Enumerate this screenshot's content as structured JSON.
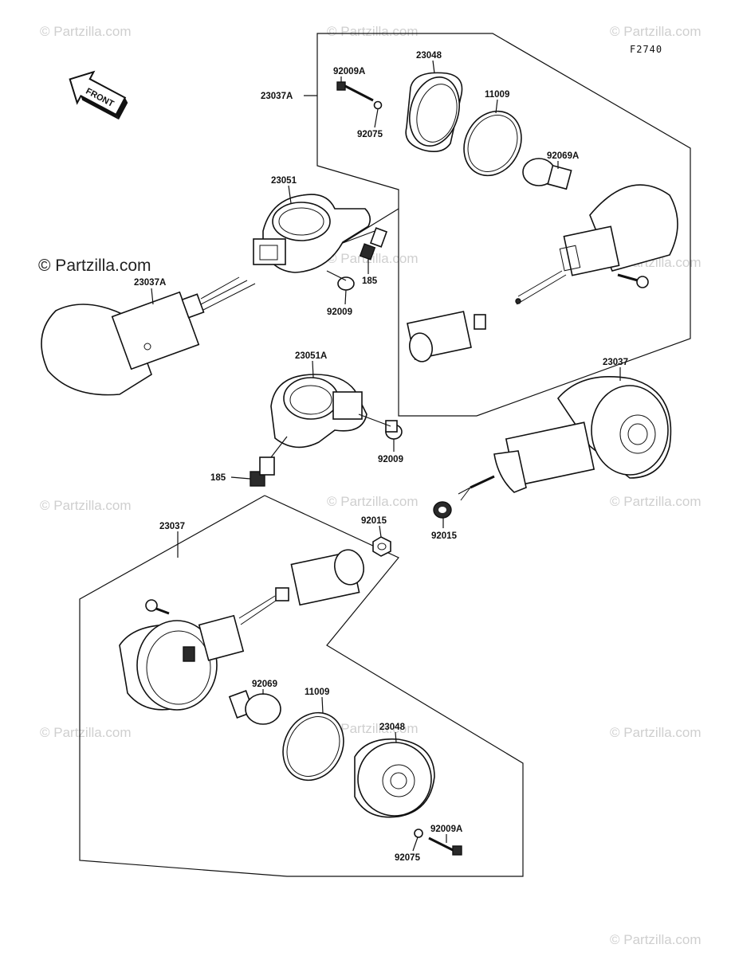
{
  "figure_code": "F2740",
  "front_label": "FRONT",
  "watermarks": [
    "© Partzilla.com",
    "© Partzilla.com",
    "© Partzilla.com",
    "© Partzilla.com",
    "© Partzilla.com",
    "© Partzilla.com",
    "© Partzilla.com",
    "© Partzilla.com",
    "© Partzilla.com",
    "© Partzilla.com",
    "© Partzilla.com",
    "© Partzilla.com"
  ],
  "watermark_main": "© Partzilla.com",
  "callouts": {
    "c_23048_top": "23048",
    "c_92009A_top": "92009A",
    "c_23037A_top": "23037A",
    "c_11009_top": "11009",
    "c_92075_top": "92075",
    "c_92069A": "92069A",
    "c_23051": "23051",
    "c_185_top": "185",
    "c_92009_top": "92009",
    "c_23037A_left": "23037A",
    "c_23051A": "23051A",
    "c_23037_right": "23037",
    "c_92009_mid": "92009",
    "c_185_mid": "185",
    "c_92015_right": "92015",
    "c_23037_bottom": "23037",
    "c_92015_mid": "92015",
    "c_92069": "92069",
    "c_11009_bottom": "11009",
    "c_23048_bottom": "23048",
    "c_92009A_bottom": "92009A",
    "c_92075_bottom": "92075"
  }
}
